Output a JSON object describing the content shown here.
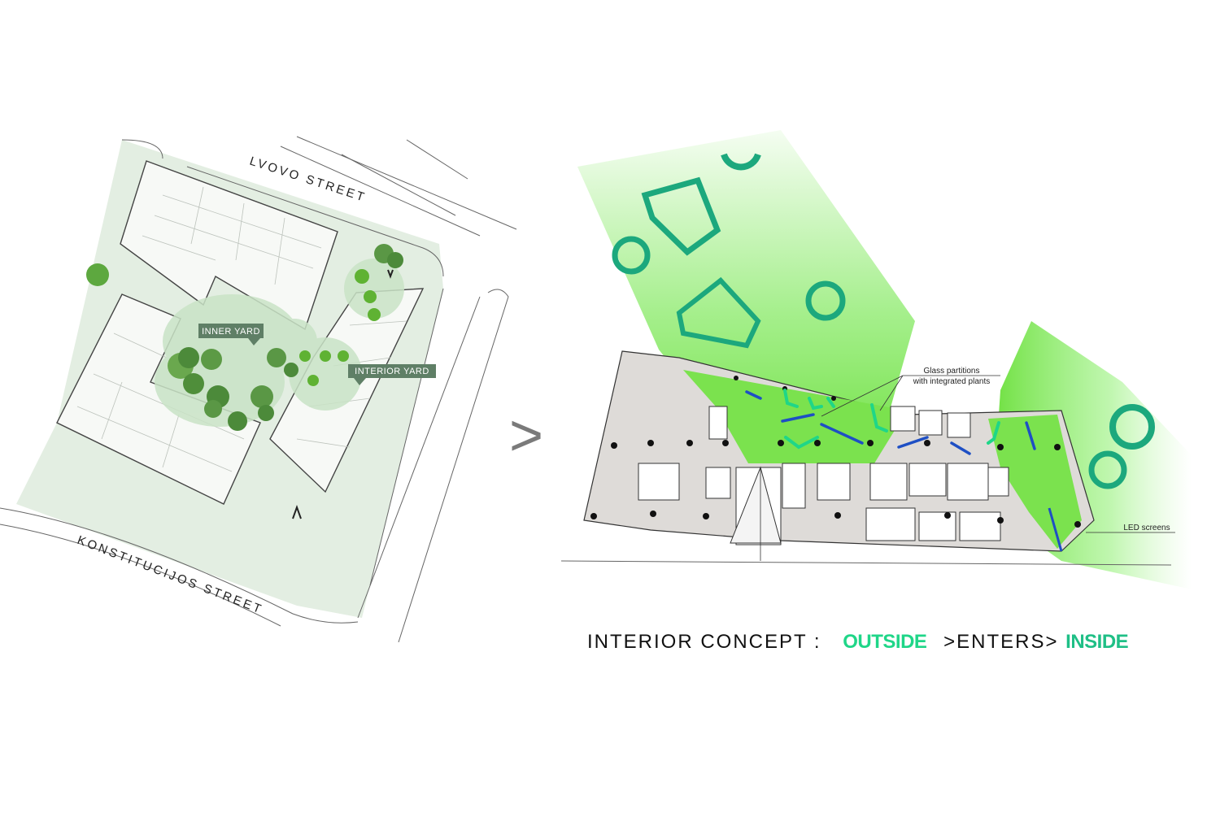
{
  "site_plan": {
    "street_top": "LVOVO STREET",
    "street_bottom": "KONSTITUCIJOS STREET",
    "yard_labels": [
      "INNER YARD",
      "INTERIOR YARD"
    ]
  },
  "arrow_glyph": ">",
  "interior_plan": {
    "annotations": [
      {
        "lines": [
          "Glass partitions",
          "with integrated plants"
        ]
      },
      {
        "lines": [
          "LED screens"
        ]
      }
    ]
  },
  "concept": {
    "prefix": "INTERIOR CONCEPT :",
    "word_outside": "OUTSIDE",
    "middle": ">ENTERS>",
    "word_inside": "INSIDE"
  },
  "colors": {
    "accent_green": "#1fd688",
    "partition_blue": "#1e4fc4",
    "teal_shape": "#1ca87d"
  }
}
